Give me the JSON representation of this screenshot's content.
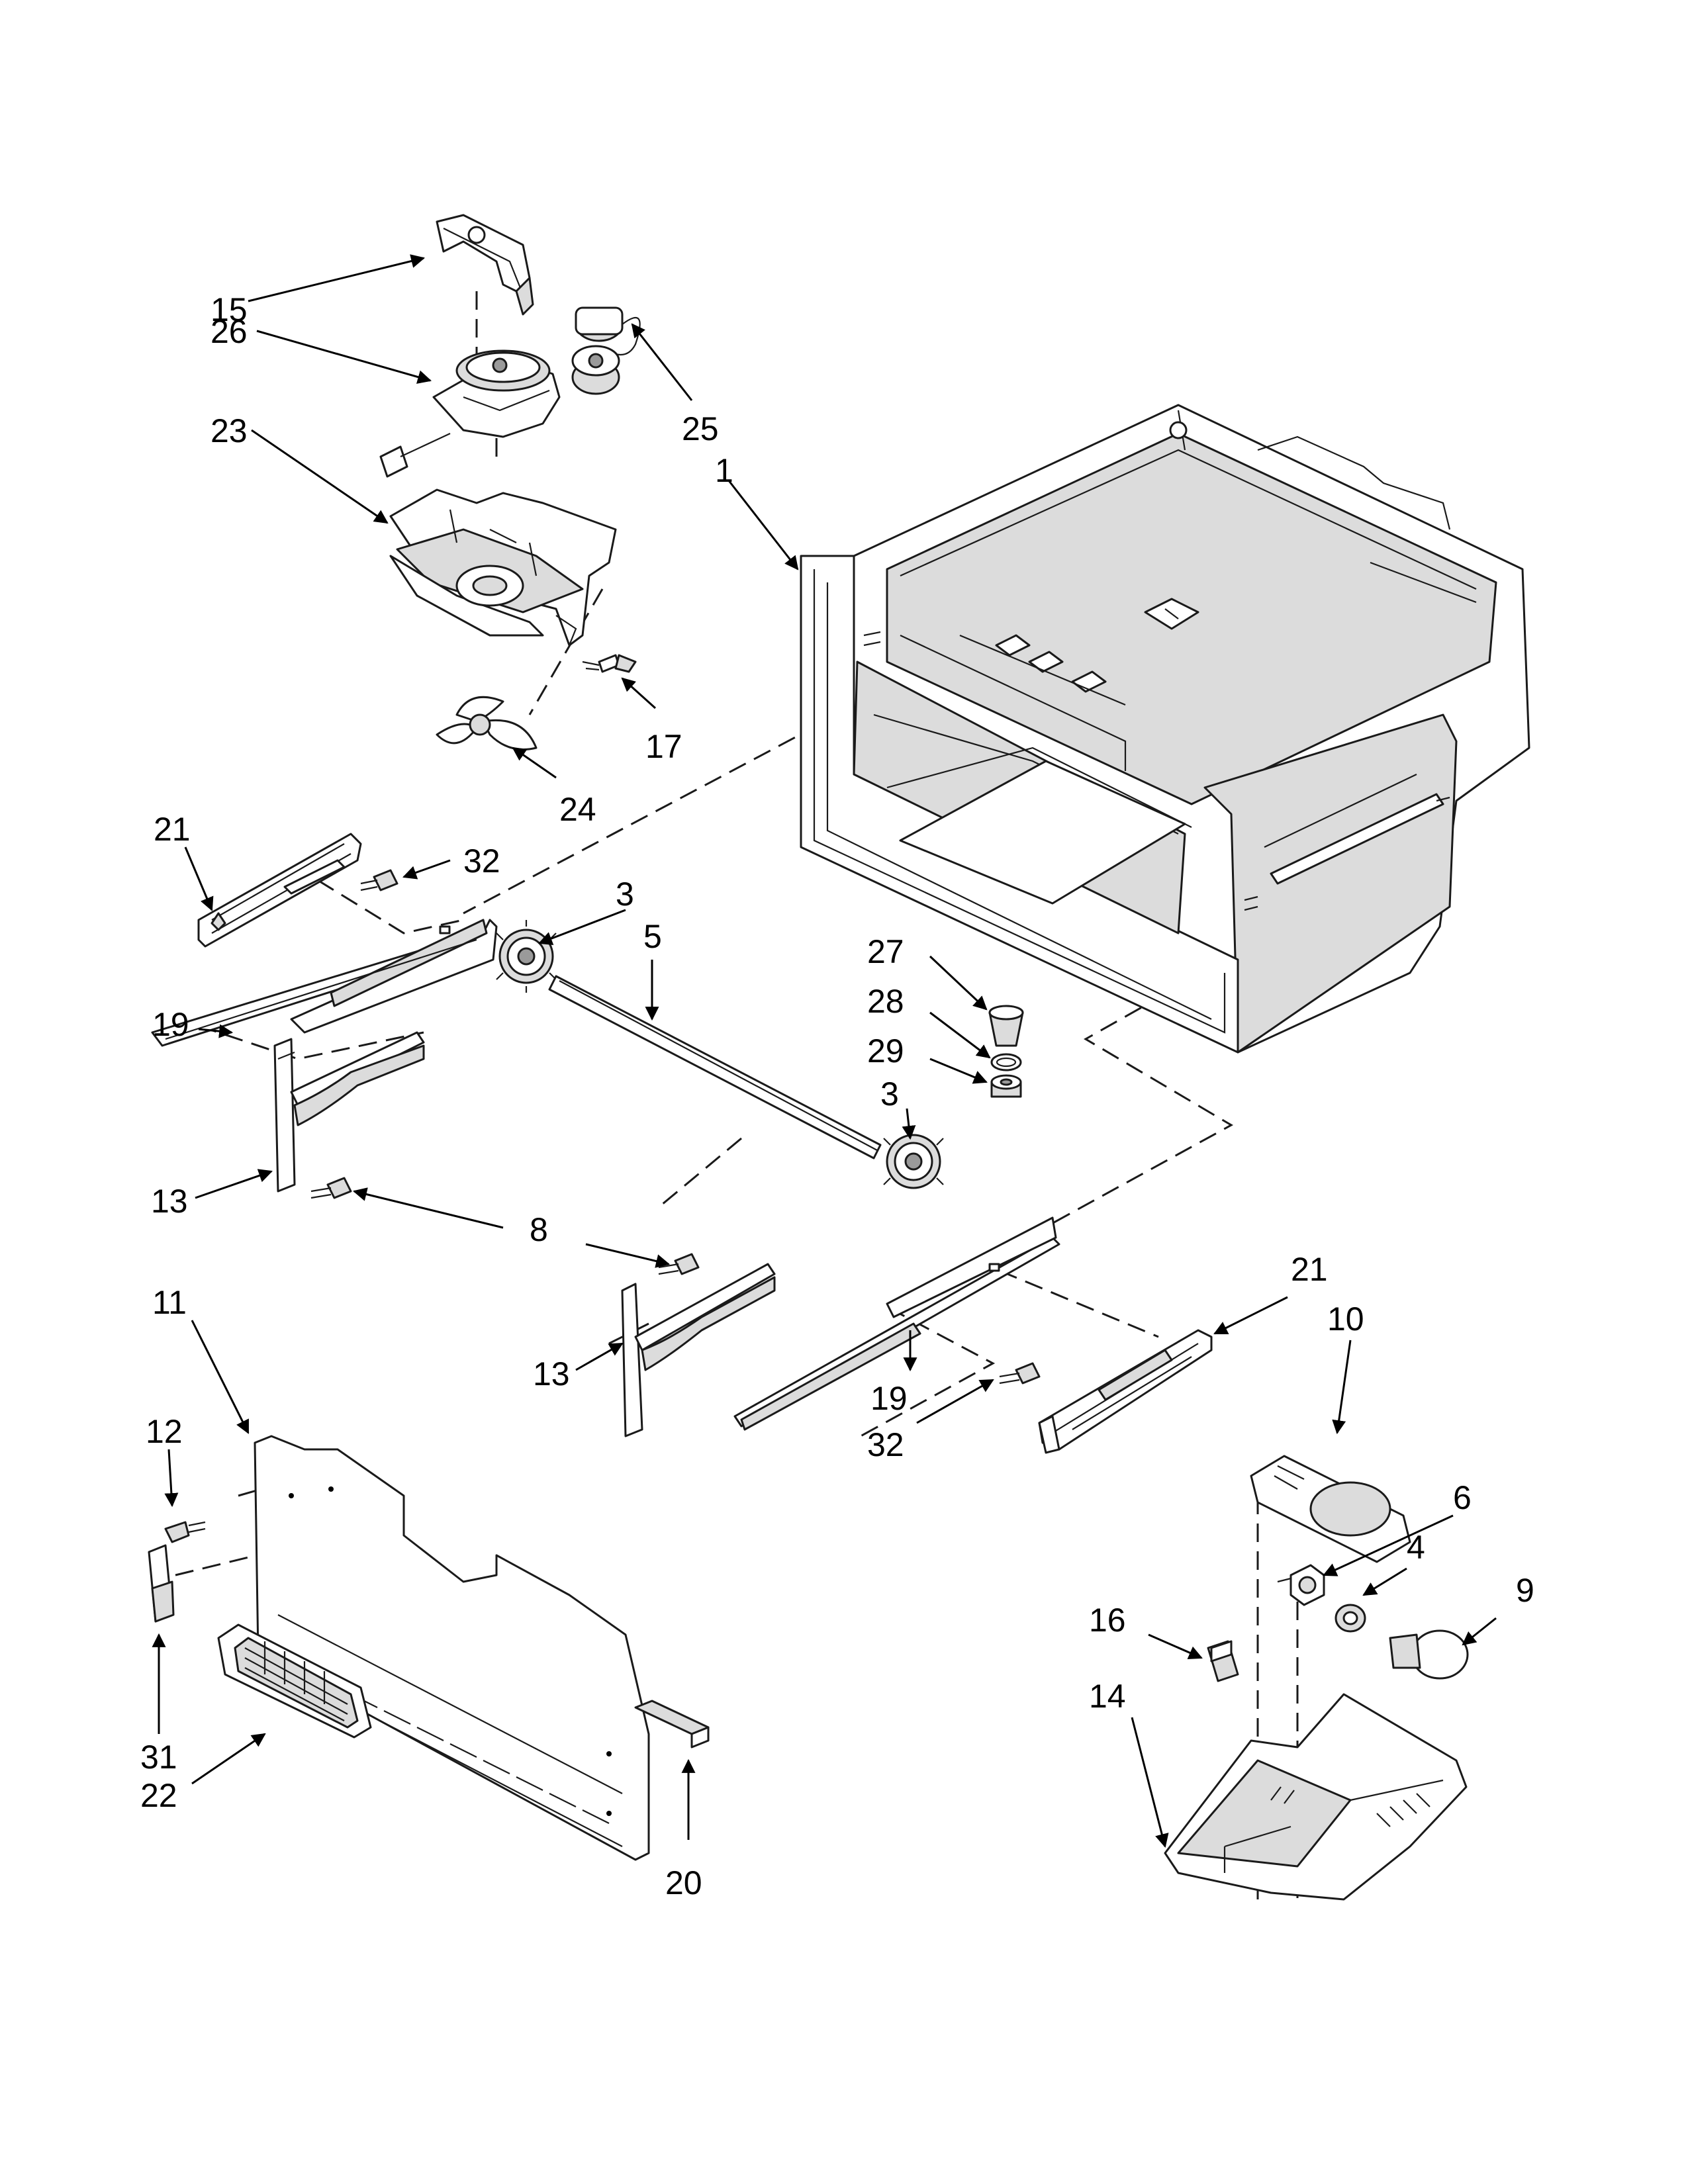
{
  "diagram": {
    "callouts": [
      {
        "id": "c15",
        "label": "15"
      },
      {
        "id": "c26",
        "label": "26"
      },
      {
        "id": "c23",
        "label": "23"
      },
      {
        "id": "c25",
        "label": "25"
      },
      {
        "id": "c1",
        "label": "1"
      },
      {
        "id": "c17",
        "label": "17"
      },
      {
        "id": "c24",
        "label": "24"
      },
      {
        "id": "c21a",
        "label": "21"
      },
      {
        "id": "c32a",
        "label": "32"
      },
      {
        "id": "c3a",
        "label": "3"
      },
      {
        "id": "c5",
        "label": "5"
      },
      {
        "id": "c19a",
        "label": "19"
      },
      {
        "id": "c27",
        "label": "27"
      },
      {
        "id": "c28",
        "label": "28"
      },
      {
        "id": "c29",
        "label": "29"
      },
      {
        "id": "c3b",
        "label": "3"
      },
      {
        "id": "c13a",
        "label": "13"
      },
      {
        "id": "c8",
        "label": "8"
      },
      {
        "id": "c11",
        "label": "11"
      },
      {
        "id": "c21b",
        "label": "21"
      },
      {
        "id": "c10",
        "label": "10"
      },
      {
        "id": "c13b",
        "label": "13"
      },
      {
        "id": "c12",
        "label": "12"
      },
      {
        "id": "c19b",
        "label": "19"
      },
      {
        "id": "c32b",
        "label": "32"
      },
      {
        "id": "c6",
        "label": "6"
      },
      {
        "id": "c4",
        "label": "4"
      },
      {
        "id": "c9",
        "label": "9"
      },
      {
        "id": "c16",
        "label": "16"
      },
      {
        "id": "c14",
        "label": "14"
      },
      {
        "id": "c31",
        "label": "31"
      },
      {
        "id": "c22",
        "label": "22"
      },
      {
        "id": "c20",
        "label": "20"
      }
    ]
  }
}
